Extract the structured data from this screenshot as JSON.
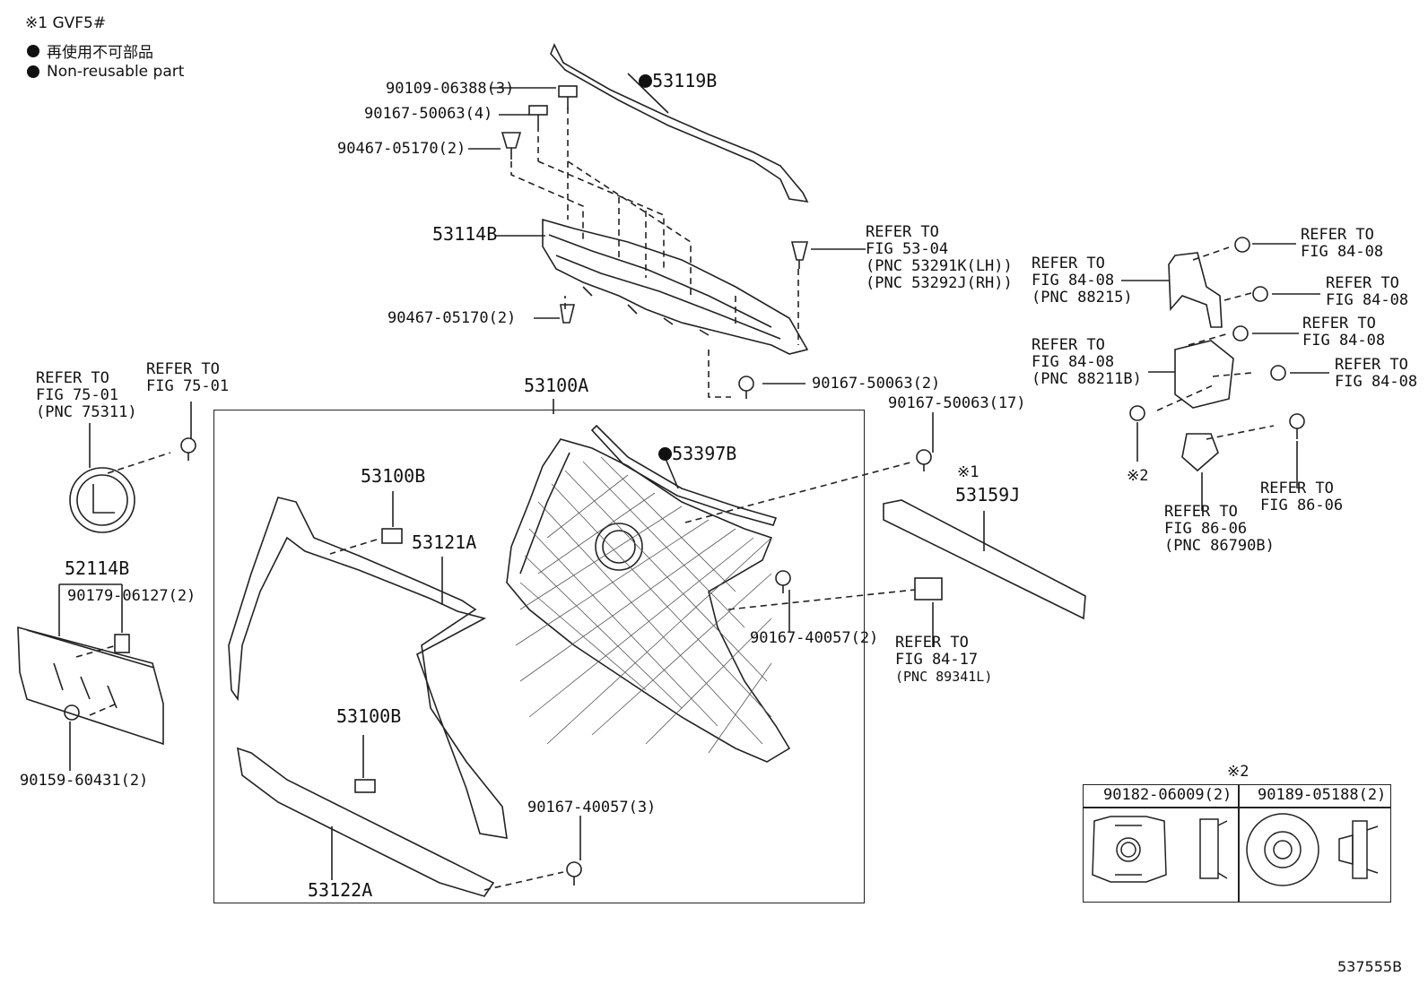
{
  "legend": {
    "note1": "※1 GVF5#",
    "jp_text": "再使用不可部品",
    "en_text": "Non-reusable part"
  },
  "labels": {
    "p53119B": "53119B",
    "p90109_06388": "90109-06388(3)",
    "p90167_50063_4": "90167-50063(4)",
    "p90467_05170_a": "90467-05170(2)",
    "p53114B": "53114B",
    "p90467_05170_b": "90467-05170(2)",
    "ref_53_04": [
      "REFER TO",
      "FIG 53-04",
      "(PNC 53291K(LH))",
      "(PNC 53292J(RH))"
    ],
    "p90167_50063_2": "90167-50063(2)",
    "p53100A": "53100A",
    "p90167_50063_17": "90167-50063(17)",
    "ref_75_01a": [
      "REFER TO",
      "FIG 75-01",
      "(PNC 75311)"
    ],
    "ref_75_01b": [
      "REFER TO",
      "FIG 75-01"
    ],
    "p53397B": "53397B",
    "p53100B_a": "53100B",
    "p53121A": "53121A",
    "note1_mark": "※1",
    "p53159J": "53159J",
    "p52114B": "52114B",
    "p90179_06127": "90179-06127(2)",
    "p90167_40057_2": "90167-40057(2)",
    "ref_84_17": [
      "REFER TO",
      "FIG 84-17",
      "(PNC 89341L)"
    ],
    "p53100B_b": "53100B",
    "p90159_60431": "90159-60431(2)",
    "p90167_40057_3": "90167-40057(3)",
    "p53122A": "53122A",
    "ref_84_08_pnc88215": [
      "REFER TO",
      "FIG 84-08",
      "(PNC 88215)"
    ],
    "ref_84_08_r1": [
      "REFER TO",
      "FIG 84-08"
    ],
    "ref_84_08_r2": [
      "REFER TO",
      "FIG 84-08"
    ],
    "ref_84_08_r3": [
      "REFER TO",
      "FIG 84-08"
    ],
    "ref_84_08_pnc88211B": [
      "REFER TO",
      "FIG 84-08",
      "(PNC 88211B)"
    ],
    "ref_84_08_r4": [
      "REFER TO",
      "FIG 84-08"
    ],
    "note2_mark": "※2",
    "ref_86_06_a": [
      "REFER TO",
      "FIG 86-06",
      "(PNC 86790B)"
    ],
    "ref_86_06_b": [
      "REFER TO",
      "FIG 86-06"
    ],
    "box_title": "※2",
    "box_col1": "90182-06009(2)",
    "box_col2": "90189-05188(2)",
    "diagram_id": "537555B"
  }
}
